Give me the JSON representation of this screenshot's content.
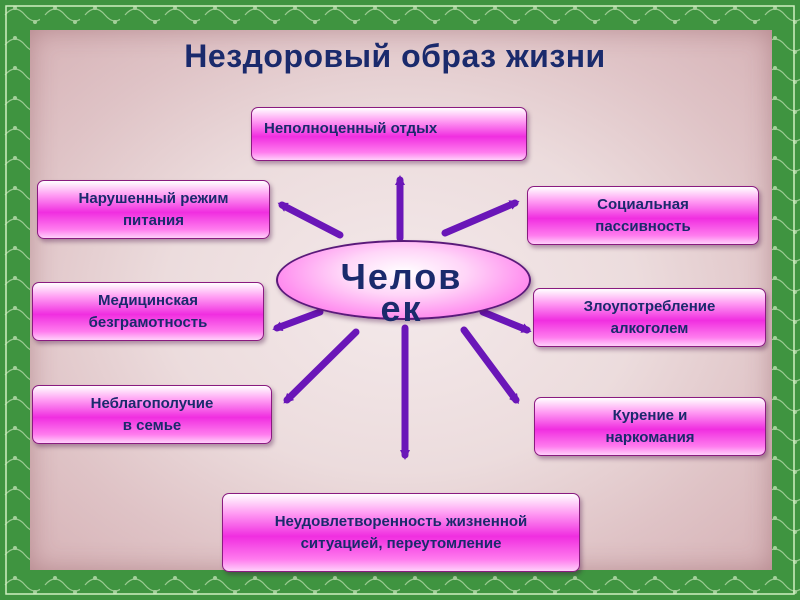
{
  "title": "Нездоровый образ жизни",
  "center": {
    "line1": "Челов",
    "line2": "ек"
  },
  "boxes": {
    "top": "Неполноценный отдых",
    "left1": "Нарушенный режим\nпитания",
    "left2": "Медицинская\nбезграмотность",
    "left3": "Неблагополучие\nв семье",
    "right1": "Социальная\nпассивность",
    "right2": "Злоупотребление\nалкоголем",
    "right3": "Курение и\nнаркомания",
    "bottom": "Неудовлетворенность жизненной\nситуацией, переутомление"
  },
  "colors": {
    "arrow": "#6a16b8",
    "text": "#1a2a6c",
    "box": "#f02ee0",
    "frame": "#3a8a38"
  }
}
